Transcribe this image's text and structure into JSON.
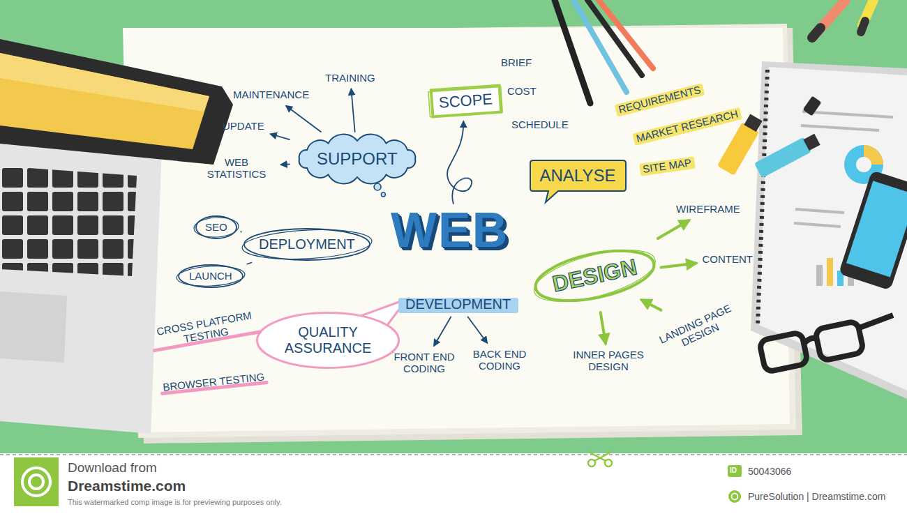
{
  "diagram": {
    "nodes": [
      {
        "text": [
          "SUPPORT"
        ]
      },
      {
        "text": [
          "MAINTENANCE"
        ]
      },
      {
        "text": [
          "TRAINING"
        ]
      },
      {
        "text": [
          "UPDATE"
        ]
      },
      {
        "text": [
          "WEB STATISTICS"
        ]
      },
      {
        "text": [
          "SCOPE"
        ]
      },
      {
        "text": [
          "ANALYSE"
        ]
      },
      {
        "text": [
          "REQUIREMENTS"
        ]
      },
      {
        "text": [
          "MARKET RESEARCH"
        ]
      },
      {
        "text": [
          "SITE MAP"
        ]
      },
      {
        "text": [
          "DEPLOYMENT"
        ]
      },
      {
        "text": [
          "SEO"
        ]
      },
      {
        "text": [
          "LAUNCH"
        ]
      },
      {
        "text": [
          "WEB"
        ]
      },
      {
        "text": [
          "DESIGN"
        ]
      },
      {
        "text": [
          "WIREFRAME"
        ]
      },
      {
        "text": [
          "CONTENT"
        ]
      },
      {
        "text": [
          "QUALITY ASSURANCE"
        ]
      },
      {
        "text": [
          "CROSS PLATFORM TESTING"
        ]
      },
      {
        "text": [
          "DEVELOPMENT"
        ]
      },
      {
        "text": [
          "LANDING PAGE DESIGN"
        ]
      },
      {
        "text": [
          "BROWSER TESTING"
        ]
      },
      {
        "text": [
          "FRONT END CODING"
        ]
      },
      {
        "text": [
          "BACK END CODING"
        ]
      },
      {
        "text": [
          "INNER PAGES DESIGN"
        ]
      }
    ],
    "edges": [
      {
        "from": 0,
        "to": 1,
        "arrow": "to"
      },
      {
        "from": 0,
        "to": 2,
        "arrow": "to"
      },
      {
        "from": 0,
        "to": 3,
        "arrow": "to"
      },
      {
        "from": 0,
        "to": 4,
        "arrow": "to"
      },
      {
        "from": 13,
        "to": 5,
        "arrow": "to"
      },
      {
        "from": 10,
        "to": 11,
        "arrow": "none"
      },
      {
        "from": 10,
        "to": 12,
        "arrow": "none"
      },
      {
        "from": 14,
        "to": 15,
        "arrow": "to"
      },
      {
        "from": 14,
        "to": 16,
        "arrow": "to"
      },
      {
        "from": 14,
        "to": 20,
        "arrow": "to"
      },
      {
        "from": 14,
        "to": 24,
        "arrow": "to"
      },
      {
        "from": 19,
        "to": 22,
        "arrow": "to"
      },
      {
        "from": 19,
        "to": 23,
        "arrow": "to"
      }
    ],
    "labels": [
      "BRIEF",
      "COST",
      "SCHEDULE",
      "Download from",
      "Dreamstime.com",
      "This watermarked comp image is for previewing purposes only.",
      "ID",
      "50043066",
      "PureSolution | Dreamstime.com"
    ]
  }
}
